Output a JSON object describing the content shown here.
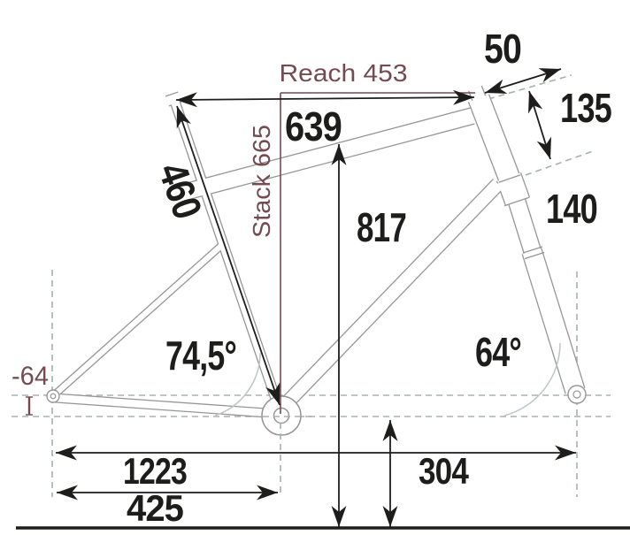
{
  "diagram": {
    "type": "bicycle-frame-geometry",
    "measurements": {
      "reach": "Reach 453",
      "stack": "Stack 665",
      "top_tube_length": "639",
      "seat_tube_length": "460",
      "spacer_stack": "50",
      "head_tube_length": "135",
      "fork_travel": "140",
      "standover_height": "817",
      "seat_tube_angle": "74,5°",
      "head_tube_angle": "64°",
      "bb_drop": "-64",
      "wheelbase": "1223",
      "chainstay_length": "425",
      "bb_height": "304"
    },
    "colors": {
      "label_black": "#1d1d1b",
      "accent_maroon": "#734b50",
      "frame_gray": "#969696",
      "dashed_guide": "#a7b0ad",
      "angle_arc": "#bcc6c3",
      "background": "#ffffff"
    }
  }
}
